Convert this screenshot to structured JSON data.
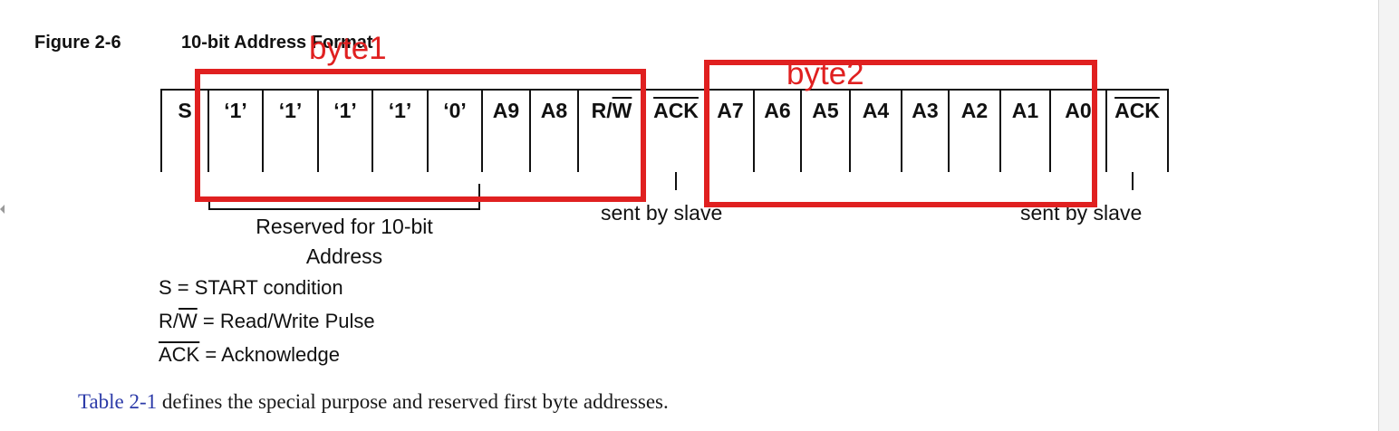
{
  "figure": {
    "number": "Figure 2-6",
    "name": "10-bit Address Format"
  },
  "cells": [
    {
      "text": "S",
      "width": 52,
      "overline_part": ""
    },
    {
      "text": "‘1’",
      "width": 60,
      "overline_part": ""
    },
    {
      "text": "‘1’",
      "width": 61,
      "overline_part": ""
    },
    {
      "text": "‘1’",
      "width": 60,
      "overline_part": ""
    },
    {
      "text": "‘1’",
      "width": 61,
      "overline_part": ""
    },
    {
      "text": "‘0’",
      "width": 60,
      "overline_part": ""
    },
    {
      "text": "A9",
      "width": 53,
      "overline_part": ""
    },
    {
      "text": "A8",
      "width": 53,
      "overline_part": ""
    },
    {
      "text": "R/",
      "width": 74,
      "overline_part": "W"
    },
    {
      "text": "",
      "width": 68,
      "overline_part": "ACK"
    },
    {
      "text": "A7",
      "width": 52,
      "overline_part": ""
    },
    {
      "text": "A6",
      "width": 52,
      "overline_part": ""
    },
    {
      "text": "A5",
      "width": 54,
      "overline_part": ""
    },
    {
      "text": "A4",
      "width": 57,
      "overline_part": ""
    },
    {
      "text": "A3",
      "width": 52,
      "overline_part": ""
    },
    {
      "text": "A2",
      "width": 57,
      "overline_part": ""
    },
    {
      "text": "A1",
      "width": 55,
      "overline_part": ""
    },
    {
      "text": "A0",
      "width": 62,
      "overline_part": ""
    },
    {
      "text": "",
      "width": 70,
      "overline_part": "ACK"
    }
  ],
  "annotations": {
    "reserved_line1": "Reserved for 10-bit",
    "reserved_line2": "Address",
    "sent_by_slave_1": "sent by slave",
    "sent_by_slave_2": "sent by slave"
  },
  "legend": {
    "start": "S = START condition",
    "rw_prefix": "R/",
    "rw_overline": "W",
    "rw_suffix": " = Read/Write Pulse",
    "ack_overline": "ACK",
    "ack_suffix": " = Acknowledge"
  },
  "caption": {
    "link_text": "Table 2-1",
    "rest": " defines the special purpose and reserved first byte addresses."
  },
  "markup_overlay": {
    "color": "#e02020",
    "byte1_label": "byte1",
    "byte2_label": "byte2"
  }
}
